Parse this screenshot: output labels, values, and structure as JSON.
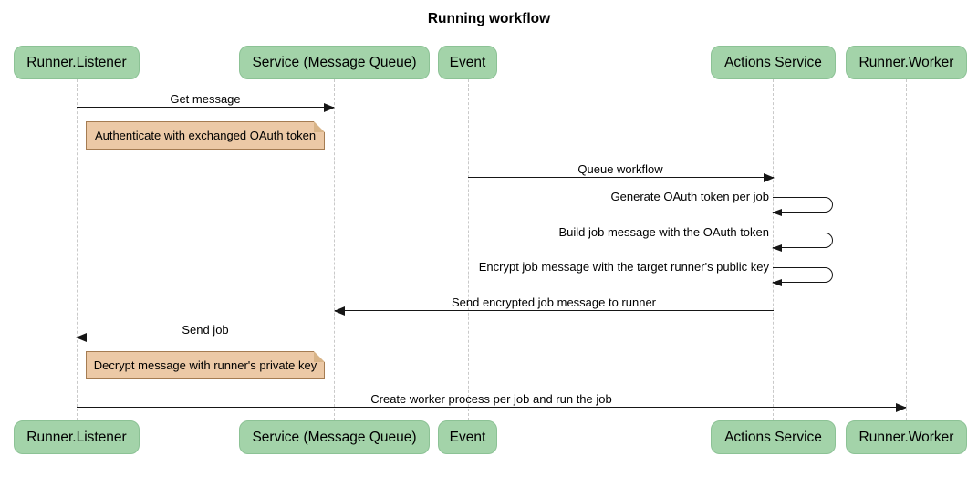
{
  "title": "Running workflow",
  "participants": [
    {
      "id": "runner-listener",
      "label": "Runner.Listener"
    },
    {
      "id": "service-message-queue",
      "label": "Service (Message Queue)"
    },
    {
      "id": "event",
      "label": "Event"
    },
    {
      "id": "actions-service",
      "label": "Actions Service"
    },
    {
      "id": "runner-worker",
      "label": "Runner.Worker"
    }
  ],
  "sequence": [
    {
      "type": "message",
      "from": "Runner.Listener",
      "to": "Service (Message Queue)",
      "label": "Get message"
    },
    {
      "type": "note",
      "over": [
        "Runner.Listener",
        "Service (Message Queue)"
      ],
      "label": "Authenticate with exchanged OAuth token"
    },
    {
      "type": "message",
      "from": "Event",
      "to": "Actions Service",
      "label": "Queue workflow"
    },
    {
      "type": "self-message",
      "actor": "Actions Service",
      "label": "Generate OAuth token per job"
    },
    {
      "type": "self-message",
      "actor": "Actions Service",
      "label": "Build job message with the OAuth token"
    },
    {
      "type": "self-message",
      "actor": "Actions Service",
      "label": "Encrypt job message with the target runner's public key"
    },
    {
      "type": "message",
      "from": "Actions Service",
      "to": "Service (Message Queue)",
      "label": "Send encrypted job message to runner"
    },
    {
      "type": "message",
      "from": "Service (Message Queue)",
      "to": "Runner.Listener",
      "label": "Send job"
    },
    {
      "type": "note",
      "over": [
        "Runner.Listener",
        "Service (Message Queue)"
      ],
      "label": "Decrypt message with runner's private key"
    },
    {
      "type": "message",
      "from": "Runner.Listener",
      "to": "Runner.Worker",
      "label": "Create worker process per job and run the job"
    }
  ],
  "colors": {
    "actor_fill": "#a3d3a9",
    "actor_border": "#8cc295",
    "note_fill": "#ecc9a6",
    "note_border": "#a57c52",
    "lifeline": "#c9c9c9",
    "arrow": "#161616",
    "text": "#111111",
    "background": "#ffffff"
  }
}
